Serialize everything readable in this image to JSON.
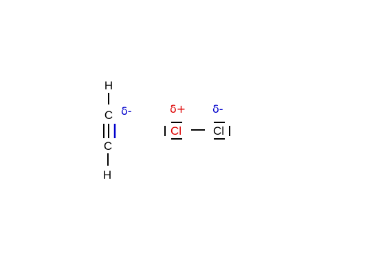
{
  "molecule_1": {
    "atoms": [
      "H",
      "C",
      "C",
      "H"
    ],
    "charge": "δ-",
    "charge_color": "#0000cc"
  },
  "molecule_2": {
    "atoms": [
      "Cl",
      "Cl"
    ],
    "charge_left": "δ+",
    "charge_left_color": "#dd0000",
    "charge_right": "δ-",
    "charge_right_color": "#0000cc",
    "left_atom_color": "#dd0000"
  },
  "colors": {
    "bond": "#000000",
    "polarized_bond": "#0000cc"
  }
}
